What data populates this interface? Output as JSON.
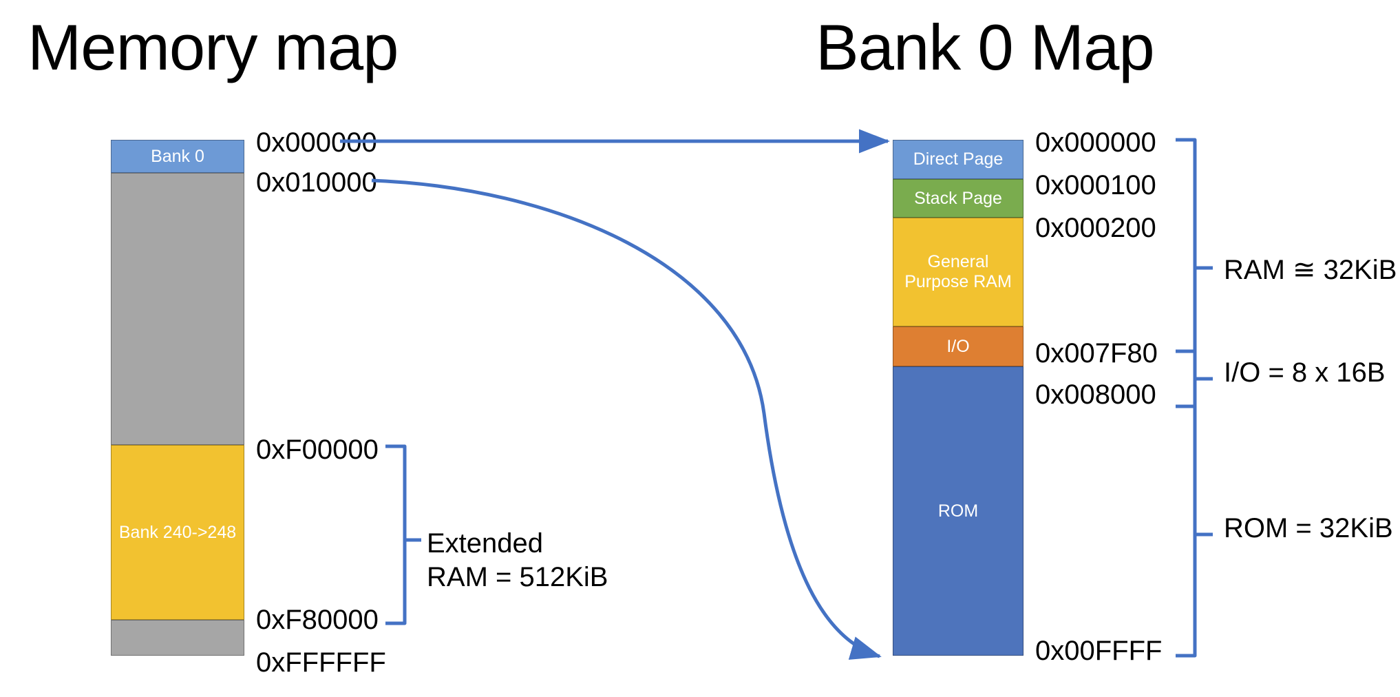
{
  "titles": {
    "left": "Memory map",
    "right": "Bank 0 Map"
  },
  "left_map": {
    "segments": [
      {
        "name": "bank-0",
        "label": "Bank 0",
        "color": "#6D9AD6"
      },
      {
        "name": "unmapped-upper",
        "label": "",
        "color": "#A6A6A6"
      },
      {
        "name": "bank-240-248",
        "label": "Bank\n240->248",
        "color": "#F2C230"
      },
      {
        "name": "unmapped-lower",
        "label": "",
        "color": "#A6A6A6"
      }
    ],
    "addresses": [
      {
        "value": "0x000000"
      },
      {
        "value": "0x010000"
      },
      {
        "value": "0xF00000"
      },
      {
        "value": "0xF80000"
      },
      {
        "value": "0xFFFFFF"
      }
    ],
    "bracket_note": "Extended\nRAM = 512KiB"
  },
  "right_map": {
    "segments": [
      {
        "name": "direct-page",
        "label": "Direct Page",
        "color": "#6D9AD6"
      },
      {
        "name": "stack-page",
        "label": "Stack Page",
        "color": "#7AAC4E"
      },
      {
        "name": "general-purpose-ram",
        "label": "General\nPurpose\nRAM",
        "color": "#F2C230"
      },
      {
        "name": "io",
        "label": "I/O",
        "color": "#DE7F32"
      },
      {
        "name": "rom",
        "label": "ROM",
        "color": "#4E74BC"
      }
    ],
    "addresses": [
      {
        "value": "0x000000"
      },
      {
        "value": "0x000100"
      },
      {
        "value": "0x000200"
      },
      {
        "value": "0x007F80"
      },
      {
        "value": "0x008000"
      },
      {
        "value": "0x00FFFF"
      }
    ],
    "bracket_notes": [
      {
        "name": "ram",
        "text": "RAM ≅ 32KiB"
      },
      {
        "name": "io",
        "text": "I/O = 8 x 16B"
      },
      {
        "name": "rom",
        "text": "ROM = 32KiB"
      }
    ]
  },
  "connectors": {
    "top_arrow": "bank-0-start-to-bank0-map-start",
    "curve_arrow": "bank-0-end-to-bank0-map-end"
  },
  "colors": {
    "accent_blue": "#4472C4",
    "light_blue": "#6D9AD6",
    "green": "#7AAC4E",
    "yellow": "#F2C230",
    "orange": "#DE7F32",
    "rom_blue": "#4E74BC",
    "gray": "#A6A6A6",
    "text": "#000000"
  }
}
